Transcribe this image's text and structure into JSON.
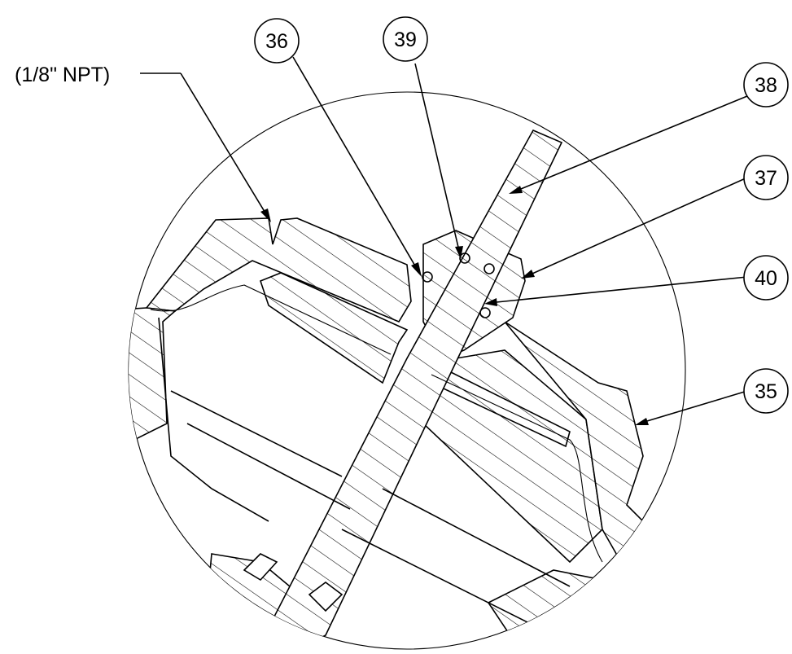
{
  "callouts": [
    {
      "id": "36",
      "label": "36"
    },
    {
      "id": "39",
      "label": "39"
    },
    {
      "id": "38",
      "label": "38"
    },
    {
      "id": "37",
      "label": "37"
    },
    {
      "id": "40",
      "label": "40"
    },
    {
      "id": "35",
      "label": "35"
    }
  ],
  "notes": {
    "npt": "(1/8\" NPT)"
  }
}
